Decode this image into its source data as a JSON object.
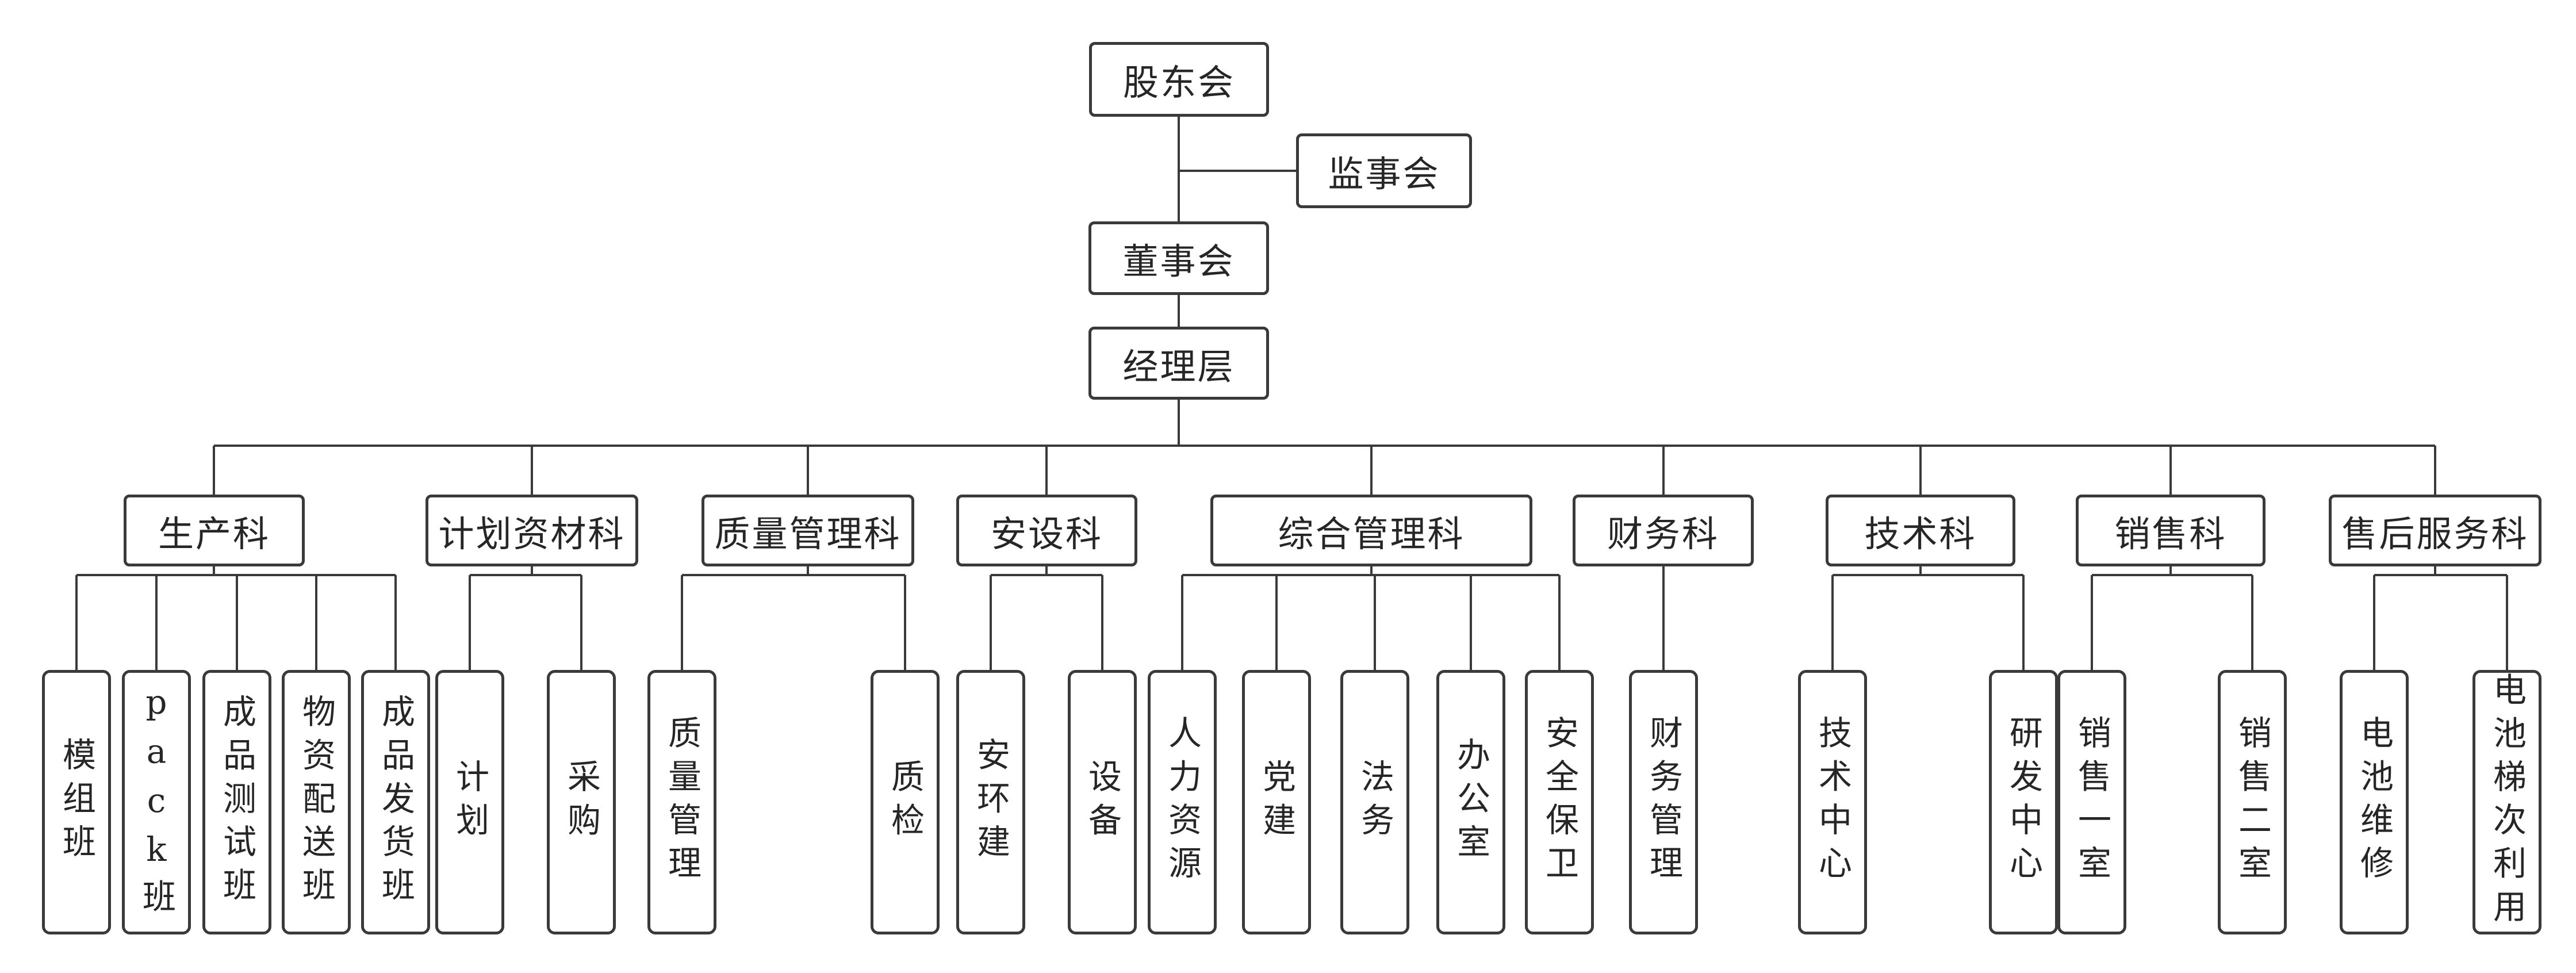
{
  "org": {
    "shareholders": "股东会",
    "supervisory": "监事会",
    "board": "董事会",
    "management": "经理层",
    "departments": [
      {
        "label": "生产科",
        "children": [
          "模组班",
          "pack班",
          "成品测试班",
          "物资配送班",
          "成品发货班"
        ]
      },
      {
        "label": "计划资材科",
        "children": [
          "计划",
          "采购"
        ]
      },
      {
        "label": "质量管理科",
        "children": [
          "质量管理",
          "质检"
        ]
      },
      {
        "label": "安设科",
        "children": [
          "安环建",
          "设备"
        ]
      },
      {
        "label": "综合管理科",
        "children": [
          "人力资源",
          "党建",
          "法务",
          "办公室",
          "安全保卫"
        ]
      },
      {
        "label": "财务科",
        "children": [
          "财务管理"
        ]
      },
      {
        "label": "技术科",
        "children": [
          "技术中心",
          "研发中心"
        ]
      },
      {
        "label": "销售科",
        "children": [
          "销售一室",
          "销售二室"
        ]
      },
      {
        "label": "售后服务科",
        "children": [
          "电池维修",
          "电池梯次利用"
        ]
      }
    ],
    "colors": {
      "line": "#3a3a3a",
      "text": "#262626",
      "background": "#ffffff"
    }
  }
}
